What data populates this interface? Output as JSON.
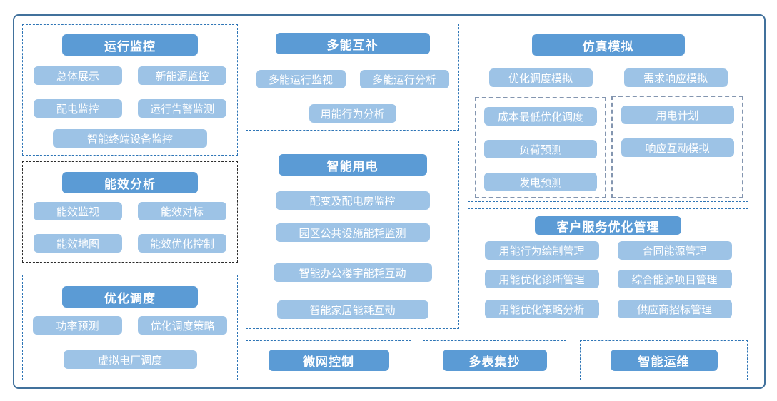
{
  "palette": {
    "header_bg": "#5B9BD5",
    "item_bg": "#9DC3E6",
    "frame_border": "#41719C",
    "dash_blue": "#2E75B6",
    "dash_black": "#2B2B2B",
    "dash_gray": "#8496B0",
    "text": "#FFFFFF"
  },
  "groups": {
    "operation_monitoring": {
      "title": "运行监控",
      "items": [
        "总体展示",
        "新能源监控",
        "配电监控",
        "运行告警监测",
        "智能终端设备监控"
      ]
    },
    "energy_efficiency": {
      "title": "能效分析",
      "items": [
        "能效监视",
        "能效对标",
        "能效地图",
        "能效优化控制"
      ]
    },
    "optimal_dispatch": {
      "title": "优化调度",
      "items": [
        "功率预测",
        "优化调度策略",
        "虚拟电厂调度"
      ]
    },
    "multi_energy": {
      "title": "多能互补",
      "items": [
        "多能运行监视",
        "多能运行分析",
        "用能行为分析"
      ]
    },
    "smart_power": {
      "title": "智能用电",
      "items": [
        "配变及配电房监控",
        "园区公共设施能耗监测",
        "智能办公楼宇能耗互动",
        "智能家居能耗互动"
      ]
    },
    "simulation": {
      "title": "仿真模拟",
      "items": [
        "优化调度模拟",
        "需求响应模拟"
      ],
      "sub_left": [
        "成本最低优化调度",
        "负荷预测",
        "发电预测"
      ],
      "sub_right": [
        "用电计划",
        "响应互动模拟"
      ]
    },
    "customer_service": {
      "title": "客户服务优化管理",
      "items": [
        "用能行为绘制管理",
        "合同能源管理",
        "用能优化诊断管理",
        "综合能源项目管理",
        "用能优化策略分析",
        "供应商招标管理"
      ]
    },
    "microgrid": {
      "title": "微网控制"
    },
    "meter_reading": {
      "title": "多表集抄"
    },
    "smart_om": {
      "title": "智能运维"
    }
  }
}
